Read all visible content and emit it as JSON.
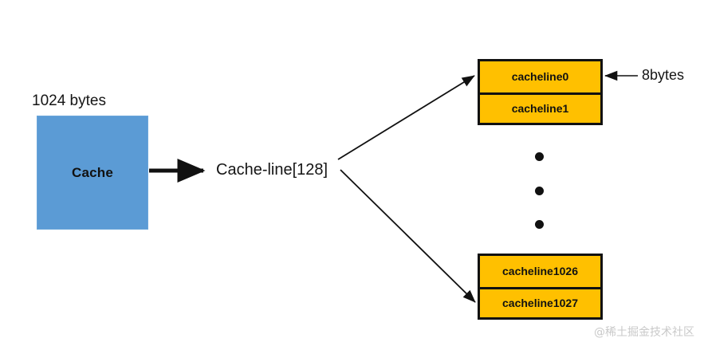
{
  "diagram": {
    "title": "Cache / cache-line layout diagram",
    "background_color": "#FFFFFF",
    "cache_block": {
      "label": "Cache",
      "size_label": "1024 bytes",
      "fill_color": "#5B9BD5"
    },
    "center_node": {
      "label": "Cache-line[128]"
    },
    "annotations": {
      "line_size": "8bytes"
    },
    "cacheline_stacks": [
      {
        "name": "top-stack",
        "rows": [
          {
            "label": "cacheline0"
          },
          {
            "label": "cacheline1"
          }
        ]
      },
      {
        "name": "bottom-stack",
        "rows": [
          {
            "label": "cacheline1026"
          },
          {
            "label": "cacheline1027"
          }
        ]
      }
    ],
    "ellipsis": {
      "style": "vertical-dots",
      "count": 3
    },
    "colors": {
      "cacheline_fill": "#FFC000",
      "cacheline_border": "#111111",
      "cache_fill": "#5B9BD5",
      "arrow": "#111111"
    },
    "watermark": "@稀土掘金技术社区"
  }
}
